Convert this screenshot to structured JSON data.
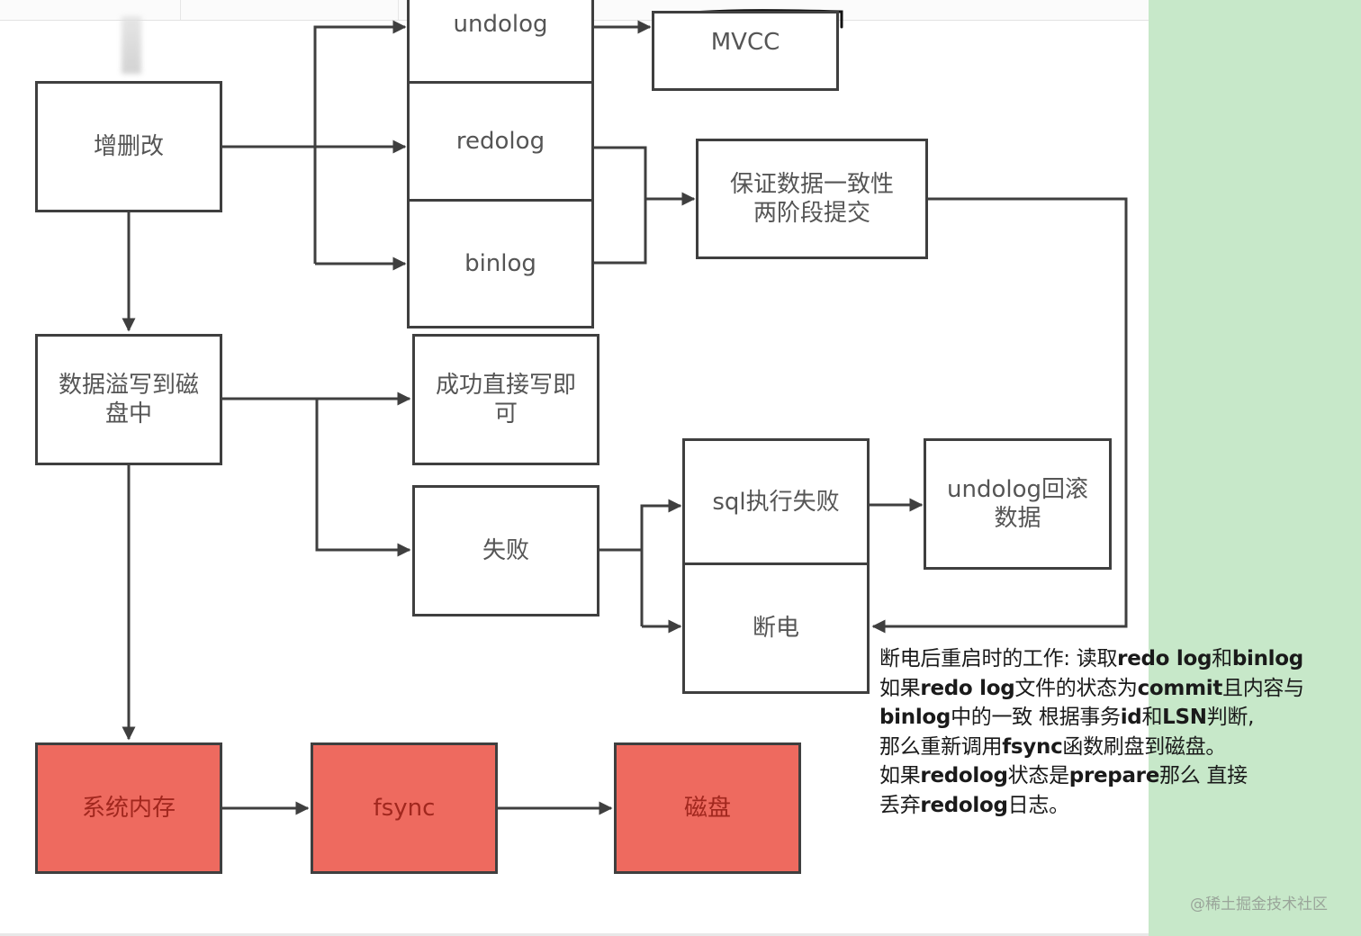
{
  "diagram": {
    "nodes": {
      "curd": "增删改",
      "undolog": "undolog",
      "mvcc": "MVCC",
      "redolog": "redolog",
      "binlog": "binlog",
      "consistency": "保证数据一致性\n两阶段提交",
      "spill": "数据溢写到磁\n盘中",
      "success": "成功直接写即\n可",
      "fail": "失败",
      "sql_fail": "sql执行失败",
      "undo_rollback": "undolog回滚\n数据",
      "power_off": "断电",
      "sys_mem": "系统内存",
      "fsync": "fsync",
      "disk": "磁盘"
    },
    "colors": {
      "highlight_fill": "#ee6a5f",
      "highlight_text": "#a1271e",
      "border": "#3f3f3f",
      "side_panel": "#c7e8c9"
    }
  },
  "note": {
    "lines": [
      [
        {
          "t": "断电后重启时的工作: 读取",
          "b": false
        },
        {
          "t": "redo log",
          "b": true
        },
        {
          "t": "和",
          "b": false
        },
        {
          "t": "binlog",
          "b": true
        }
      ],
      [
        {
          "t": "如果",
          "b": false
        },
        {
          "t": "redo log",
          "b": true
        },
        {
          "t": "文件的状态为",
          "b": false
        },
        {
          "t": "commit",
          "b": true
        },
        {
          "t": "且内容与",
          "b": false
        }
      ],
      [
        {
          "t": "binlog",
          "b": true
        },
        {
          "t": "中的一致 根据事务",
          "b": false
        },
        {
          "t": "id",
          "b": true
        },
        {
          "t": "和",
          "b": false
        },
        {
          "t": "LSN",
          "b": true
        },
        {
          "t": "判断,",
          "b": false
        }
      ],
      [
        {
          "t": "那么重新调用",
          "b": false
        },
        {
          "t": "fsync",
          "b": true
        },
        {
          "t": "函数刷盘到磁盘。",
          "b": false
        }
      ],
      [
        {
          "t": "如果",
          "b": false
        },
        {
          "t": "redolog",
          "b": true
        },
        {
          "t": "状态是",
          "b": false
        },
        {
          "t": "prepare",
          "b": true
        },
        {
          "t": "那么 直接",
          "b": false
        }
      ],
      [
        {
          "t": "丢弃",
          "b": false
        },
        {
          "t": "redolog",
          "b": true
        },
        {
          "t": "日志。",
          "b": false
        }
      ]
    ]
  },
  "watermark": "@稀土掘金技术社区"
}
